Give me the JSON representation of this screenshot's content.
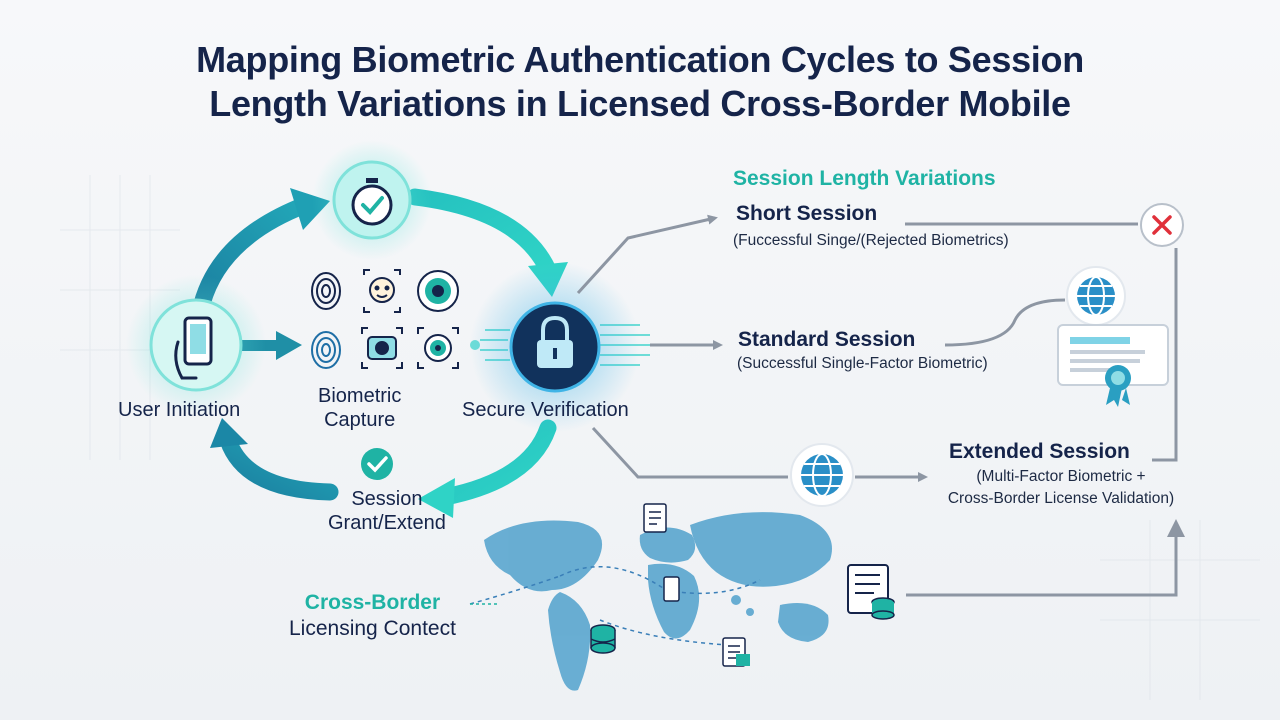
{
  "title": {
    "line1": "Mapping Biometric Authentication Cycles to Session",
    "line2": "Length Variations in Licensed Cross-Border Mobile"
  },
  "cycle": {
    "user_initiation": "User Initiation",
    "biometric_capture_line1": "Biometric",
    "biometric_capture_line2": "Capture",
    "secure_verification": "Secure Verification",
    "session_grant_line1": "Session",
    "session_grant_line2": "Grant/Extend"
  },
  "session_variations": {
    "heading": "Session Length Variations",
    "short": {
      "name": "Short Session",
      "detail": "(Fuccessful Singe/(Rejected Biometrics)"
    },
    "standard": {
      "name": "Standard Session",
      "detail": "(Successful Single-Factor Biometric)"
    },
    "extended": {
      "name": "Extended Session",
      "detail_line1": "(Multi-Factor Biometric +",
      "detail_line2": "Cross-Border License Validation)"
    }
  },
  "cross_border": {
    "line1": "Cross-Border",
    "line2": "Licensing Contect"
  },
  "colors": {
    "navy": "#15244a",
    "teal": "#1fb3a4",
    "arrow_blue": "#1f8fa6",
    "arrow_gray": "#8d96a3",
    "map_blue": "#5aa6cf",
    "reject_red": "#e0303a"
  },
  "icons": [
    "stopwatch-check-icon",
    "smartphone-hand-icon",
    "fingerprint-icon",
    "face-scan-icon",
    "iris-scan-icon",
    "camera-scan-icon",
    "padlock-icon",
    "check-circle-icon",
    "x-circle-icon",
    "globe-icon",
    "certificate-icon",
    "document-icon",
    "database-icon",
    "world-map-icon"
  ]
}
